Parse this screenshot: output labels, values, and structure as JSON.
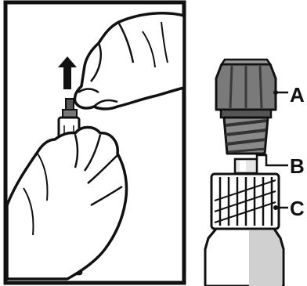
{
  "callouts": {
    "a": "A",
    "b": "B",
    "c": "C"
  },
  "colors": {
    "ink": "#111111",
    "cap_gray": "#7a7a7a",
    "cap_dark": "#555555",
    "bottle_shade": "#d0d0d0",
    "background": "#ffffff"
  },
  "icons": {
    "direction": "up-arrow-icon"
  }
}
